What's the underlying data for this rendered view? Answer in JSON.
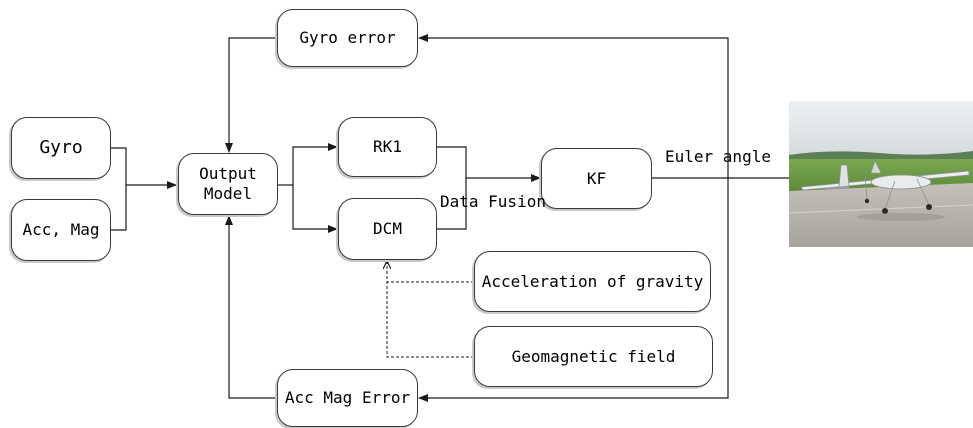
{
  "nodes": {
    "gyro_error": "Gyro error",
    "gyro": "Gyro",
    "acc_mag": "Acc, Mag",
    "output_model": "Output\nModel",
    "rk1": "RK1",
    "dcm": "DCM",
    "kf": "KF",
    "acceleration_of_gravity": "Acceleration of gravity",
    "geomagnetic_field": "Geomagnetic field",
    "acc_mag_error": "Acc Mag Error"
  },
  "labels": {
    "euler_angle": "Euler angle",
    "data_fusion": "Data Fusion"
  },
  "colors": {
    "line": "#1a1a1a",
    "box_border": "#3a3a3a",
    "box_shadow": "#c9c9c9",
    "sky": "#dfe4e8",
    "grass": "#6d9a45",
    "runway": "#b9b5ae",
    "aircraft": "#e6e8ea"
  },
  "photo": {
    "subject": "uav-aircraft-on-runway"
  }
}
